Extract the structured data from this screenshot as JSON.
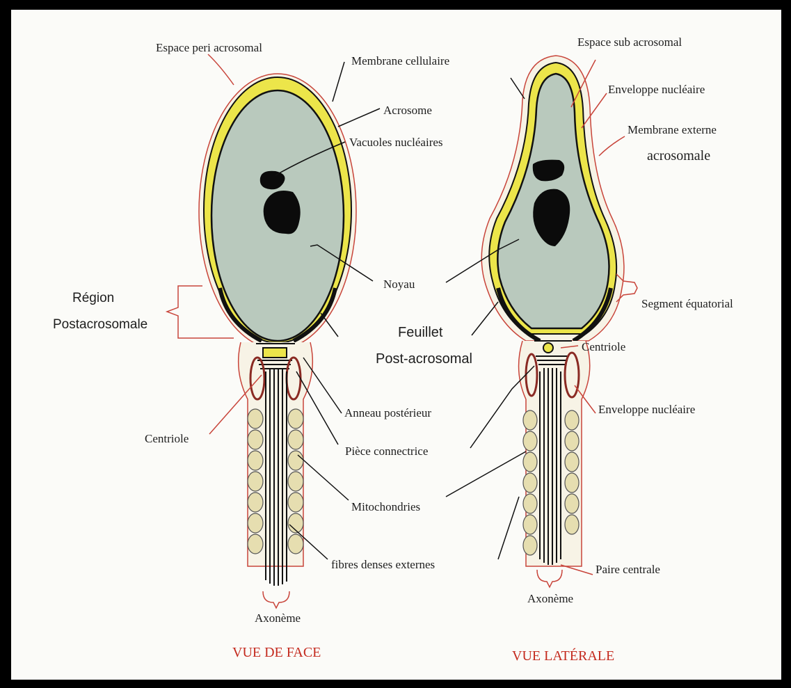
{
  "colors": {
    "cytoplasm": "#b9c9bd",
    "acrosome": "#ece54a",
    "membrane_red": "#c8443a",
    "dark": "#111111",
    "mitochondria": "#e6deb0",
    "view_title": "#c42a1e"
  },
  "views": {
    "face": {
      "title": "VUE DE FACE",
      "labels": {
        "espace_peri": "Espace peri acrosomal",
        "membrane_cellulaire": "Membrane cellulaire",
        "acrosome": "Acrosome",
        "vacuoles": "Vacuoles nucléaires",
        "noyau": "Noyau",
        "region_line1": "Région",
        "region_line2": "Postacrosomale",
        "feuillet_line1": "Feuillet",
        "feuillet_line2": "Post-acrosomal",
        "anneau": "Anneau postérieur",
        "centriole": "Centriole",
        "piece": "Pièce connectrice",
        "mitochondries": "Mitochondries",
        "fibres": "fibres denses externes",
        "axoneme": "Axonème"
      }
    },
    "laterale": {
      "title": "VUE LATÉRALE",
      "labels": {
        "espace_sub": "Espace sub acrosomal",
        "enveloppe_nucleaire_top": "Enveloppe nucléaire",
        "membrane_externe_line1": "Membrane externe",
        "membrane_externe_line2": "acrosomale",
        "segment": "Segment équatorial",
        "centriole": "Centriole",
        "enveloppe_nucleaire_bottom": "Enveloppe nucléaire",
        "paire": "Paire centrale",
        "axoneme": "Axonème"
      }
    }
  }
}
